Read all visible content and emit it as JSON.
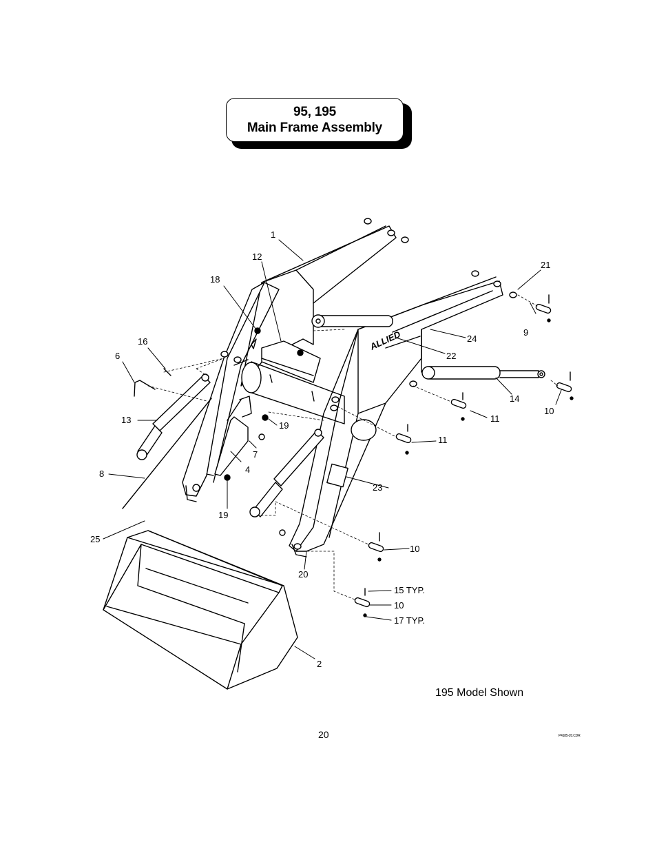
{
  "title": {
    "line1": "95, 195",
    "line2": "Main Frame Assembly"
  },
  "callouts": [
    {
      "id": "c1",
      "text": "1"
    },
    {
      "id": "c2",
      "text": "2"
    },
    {
      "id": "c4",
      "text": "4"
    },
    {
      "id": "c6",
      "text": "6"
    },
    {
      "id": "c7",
      "text": "7"
    },
    {
      "id": "c8",
      "text": "8"
    },
    {
      "id": "c9",
      "text": "9"
    },
    {
      "id": "c10a",
      "text": "10"
    },
    {
      "id": "c10b",
      "text": "10"
    },
    {
      "id": "c10c",
      "text": "10"
    },
    {
      "id": "c11a",
      "text": "11"
    },
    {
      "id": "c11b",
      "text": "11"
    },
    {
      "id": "c12",
      "text": "12"
    },
    {
      "id": "c13",
      "text": "13"
    },
    {
      "id": "c14",
      "text": "14"
    },
    {
      "id": "c15",
      "text": "15 TYP."
    },
    {
      "id": "c16",
      "text": "16"
    },
    {
      "id": "c17",
      "text": "17 TYP."
    },
    {
      "id": "c18",
      "text": "18"
    },
    {
      "id": "c19a",
      "text": "19"
    },
    {
      "id": "c19b",
      "text": "19"
    },
    {
      "id": "c20",
      "text": "20"
    },
    {
      "id": "c21",
      "text": "21"
    },
    {
      "id": "c22",
      "text": "22"
    },
    {
      "id": "c23",
      "text": "23"
    },
    {
      "id": "c24",
      "text": "24"
    },
    {
      "id": "c25",
      "text": "25"
    }
  ],
  "decal_text": "ALLIED",
  "caption": "195 Model Shown",
  "page_number": "20",
  "file_code": "P4185-20.CDR"
}
